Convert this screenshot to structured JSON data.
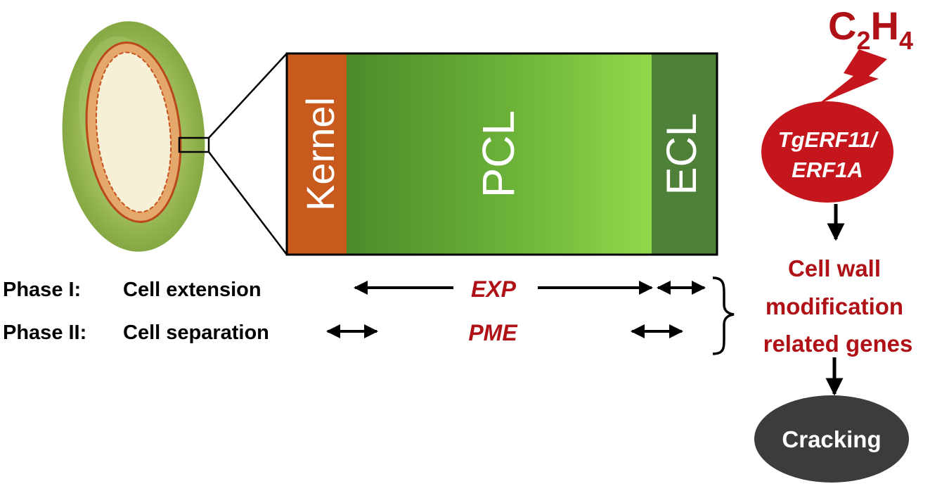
{
  "layers": {
    "kernel": "Kernel",
    "pcl": "PCL",
    "ecl": "ECL"
  },
  "phases": [
    {
      "label": "Phase I:",
      "process": "Cell extension",
      "gene": "EXP"
    },
    {
      "label": "Phase II:",
      "process": "Cell separation",
      "gene": "PME"
    }
  ],
  "pathway": {
    "hormone_base_1": "C",
    "hormone_sub_1": "2",
    "hormone_base_2": "H",
    "hormone_sub_2": "4",
    "tf_line1": "TgERF11/",
    "tf_line2": "ERF1A",
    "genes_line1": "Cell wall",
    "genes_line2": "modification",
    "genes_line3": "related genes",
    "outcome": "Cracking"
  },
  "colors": {
    "kernel": "#c85a1e",
    "pcl_dark": "#4f8a2c",
    "pcl_light": "#8fd64a",
    "ecl": "#4e8038",
    "red_text": "#b01116",
    "tf_ellipse": "#c4161c",
    "outcome_ellipse": "#3c3c3c",
    "black": "#000000"
  },
  "icons": {
    "fruit": "nut-cross-section-image",
    "hormone_signal": "lightning-bolt-icon"
  }
}
